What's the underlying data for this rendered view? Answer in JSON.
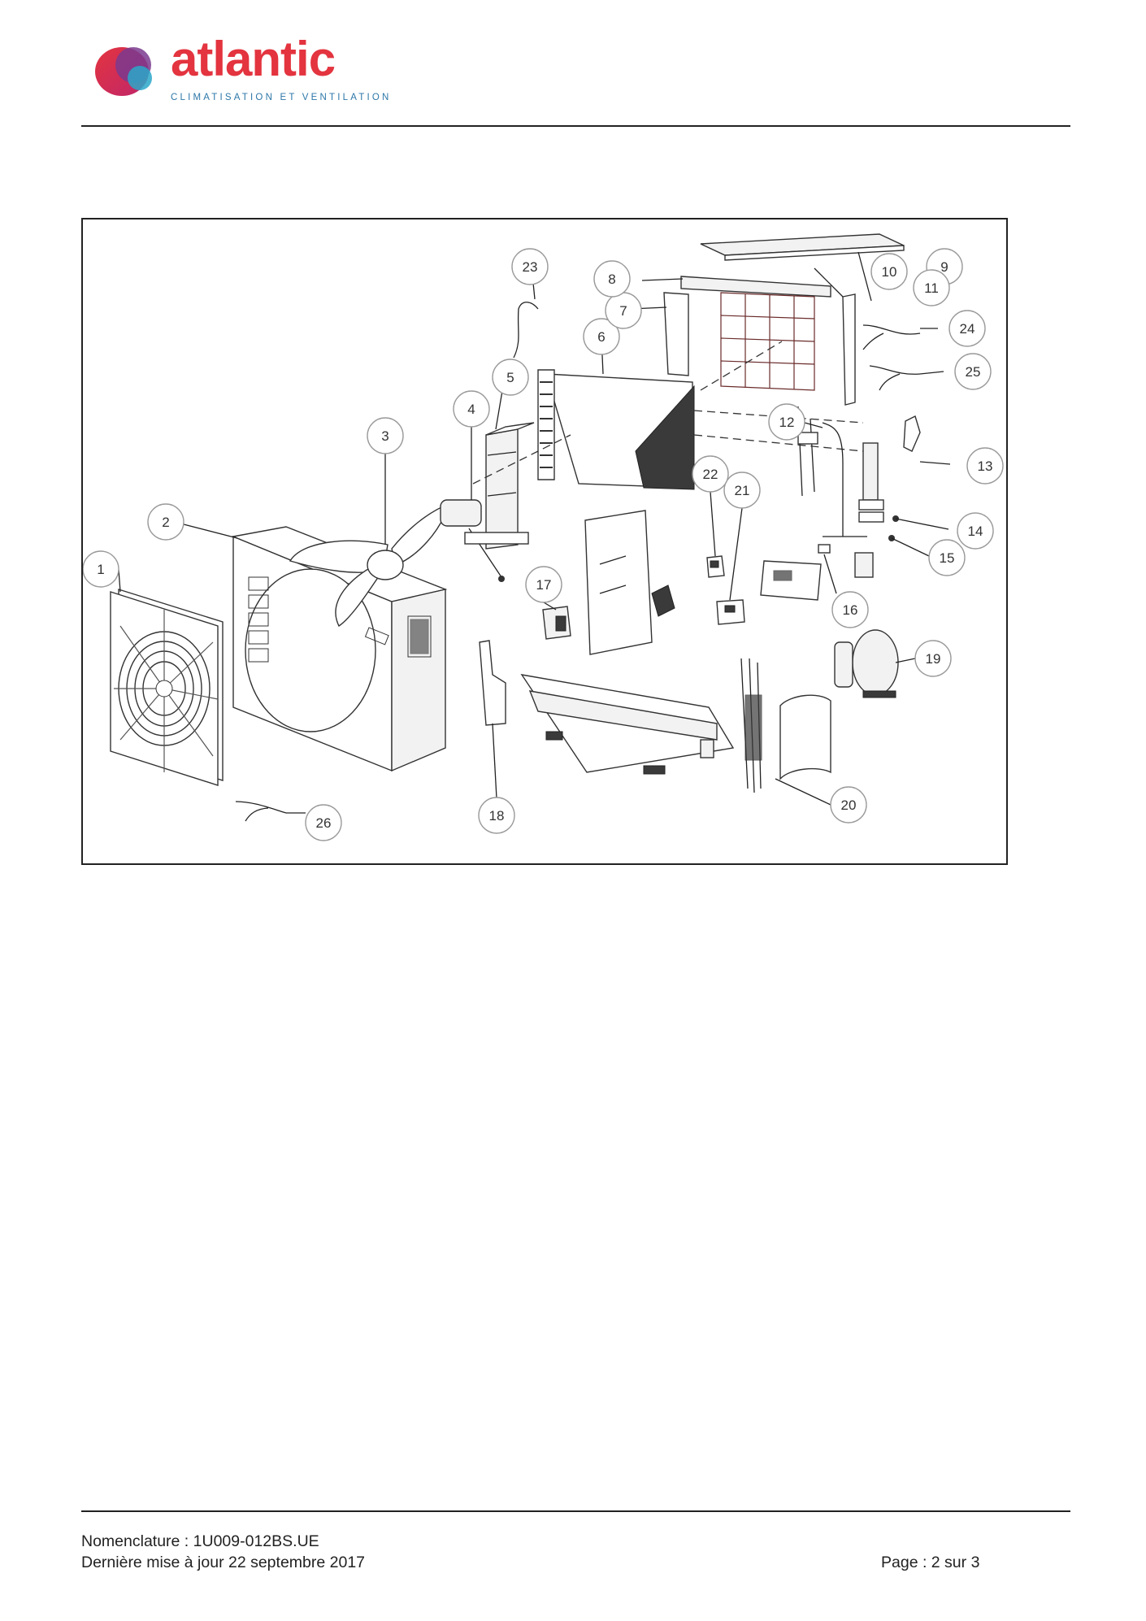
{
  "header": {
    "brand": "atlantic",
    "tagline": "CLIMATISATION ET VENTILATION",
    "brand_color": "#e3343f",
    "tagline_color": "#2c77a8"
  },
  "diagram": {
    "callouts": [
      "1",
      "2",
      "3",
      "4",
      "5",
      "6",
      "7",
      "8",
      "9",
      "10",
      "11",
      "12",
      "13",
      "14",
      "15",
      "16",
      "17",
      "18",
      "19",
      "20",
      "21",
      "22",
      "23",
      "24",
      "25",
      "26"
    ]
  },
  "footer": {
    "nomenclature": "Nomenclature : 1U009-012BS.UE",
    "updated": "Dernière mise à jour 22 septembre 2017",
    "page": "Page : 2 sur 3"
  }
}
